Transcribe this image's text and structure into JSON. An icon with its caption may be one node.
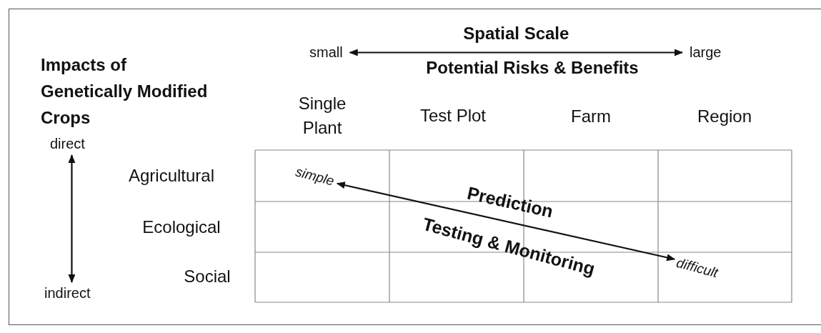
{
  "diagram": {
    "title": "Impacts of Genetically Modified Crops",
    "nodes": [
      {
        "text": [
          "small"
        ]
      },
      {
        "text": [
          "large"
        ]
      },
      {
        "text": [
          "direct"
        ]
      },
      {
        "text": [
          "indirect"
        ]
      },
      {
        "text": [
          "simple"
        ]
      },
      {
        "text": [
          "difficult"
        ]
      }
    ],
    "edges": [
      {
        "from": 0,
        "to": 1,
        "arrow": "both",
        "label": "Spatial Scale"
      },
      {
        "from": 2,
        "to": 3,
        "arrow": "both"
      },
      {
        "from": 4,
        "to": 5,
        "arrow": "both",
        "label": "Prediction"
      }
    ],
    "labels": [
      "Potential Risks & Benefits",
      "Single Plant",
      "Test Plot",
      "Farm",
      "Region",
      "Agricultural",
      "Ecological",
      "Social",
      "Testing & Monitoring"
    ]
  }
}
